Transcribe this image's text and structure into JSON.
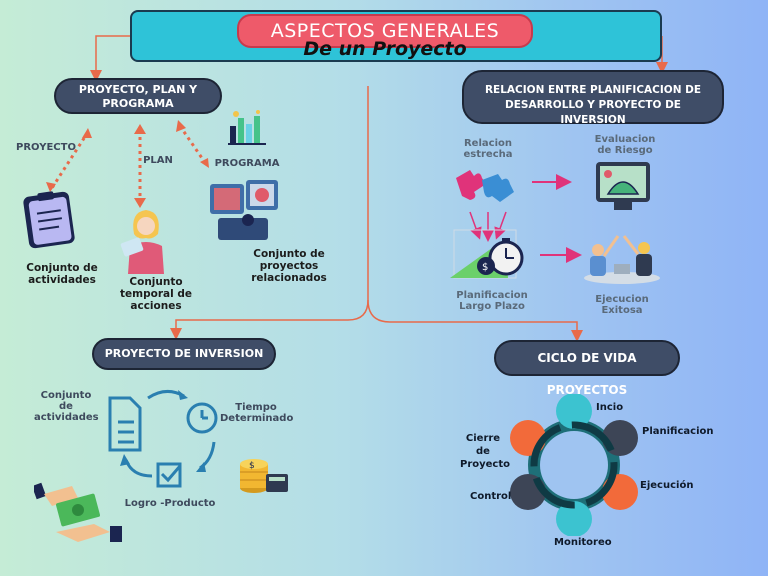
{
  "title": "ASPECTOS GENERALES",
  "subtitle": "De un Proyecto",
  "left_top": {
    "heading": "PROYECTO, PLAN Y PROGRAMA",
    "proyecto": "PROYECTO",
    "plan": "PLAN",
    "programa": "PROGRAMA",
    "proyecto_desc": "Conjunto de actividades",
    "plan_desc": "Conjunto temporal de acciones",
    "programa_desc": "Conjunto de proyectos relacionados"
  },
  "right_top": {
    "heading": "RELACION ENTRE PLANIFICACION DE DESARROLLO Y PROYECTO DE INVERSION",
    "relacion": "Relacion estrecha",
    "evaluacion": "Evaluacion  de Riesgo",
    "planificacion": "Planificacion Largo Plazo",
    "ejecucion": "Ejecucion Exitosa"
  },
  "left_bottom": {
    "heading": "PROYECTO DE INVERSION",
    "actividades": "Conjunto de actividades",
    "tiempo": "Tiempo Determinado",
    "logro": "Logro -Producto"
  },
  "right_bottom": {
    "heading": "CICLO DE VIDA PROYECTOS",
    "stages": [
      "Incio",
      "Planificacion",
      "Ejecución",
      "Monitoreo",
      "Control",
      "Cierre de Proyecto"
    ]
  },
  "colors": {
    "accent_red": "#ee5a6a",
    "teal": "#2ec3d8",
    "navy": "#3f4d67",
    "arrow": "#e86a4a",
    "magenta": "#e0337a"
  }
}
